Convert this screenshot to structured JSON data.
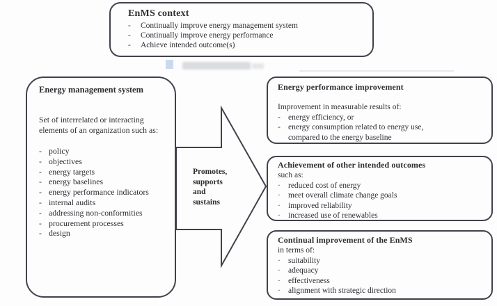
{
  "diagram": {
    "colors": {
      "border": "#41414d",
      "text": "#2e2e33",
      "background": "#fdfdfd"
    },
    "top_box": {
      "title": "EnMS context",
      "bullet": "-",
      "items": [
        "Continually improve energy management system",
        "Continually improve energy performance",
        "Achieve intended outcome(s)"
      ]
    },
    "left_box": {
      "title": "Energy management system",
      "intro": "Set of interrelated or interacting elements of an organization such as:",
      "bullet": "-",
      "items": [
        "policy",
        "objectives",
        "energy targets",
        "energy baselines",
        "energy performance indicators",
        "internal audits",
        "addressing non-conformities",
        "procurement processes",
        "design"
      ]
    },
    "arrow": {
      "lines": [
        "Promotes,",
        "supports",
        "and",
        "sustains"
      ]
    },
    "box_performance": {
      "title": "Energy performance improvement",
      "intro": "Improvement in measurable results of:",
      "bullet": "-",
      "items": [
        "energy efficiency, or",
        [
          "energy consumption related to energy use,",
          "compared to the energy baseline"
        ]
      ]
    },
    "box_outcomes": {
      "title": "Achievement of other intended outcomes",
      "intro": "such as:",
      "bullet": "·",
      "items": [
        "reduced cost of energy",
        "meet overall climate change goals",
        "improved reliability",
        "increased use of renewables"
      ]
    },
    "box_continual": {
      "title": "Continual improvement of the EnMS",
      "intro": "in terms of:",
      "bullet": "·",
      "items": [
        "suitability",
        "adequacy",
        "effectiveness",
        "alignment with strategic direction"
      ]
    }
  }
}
